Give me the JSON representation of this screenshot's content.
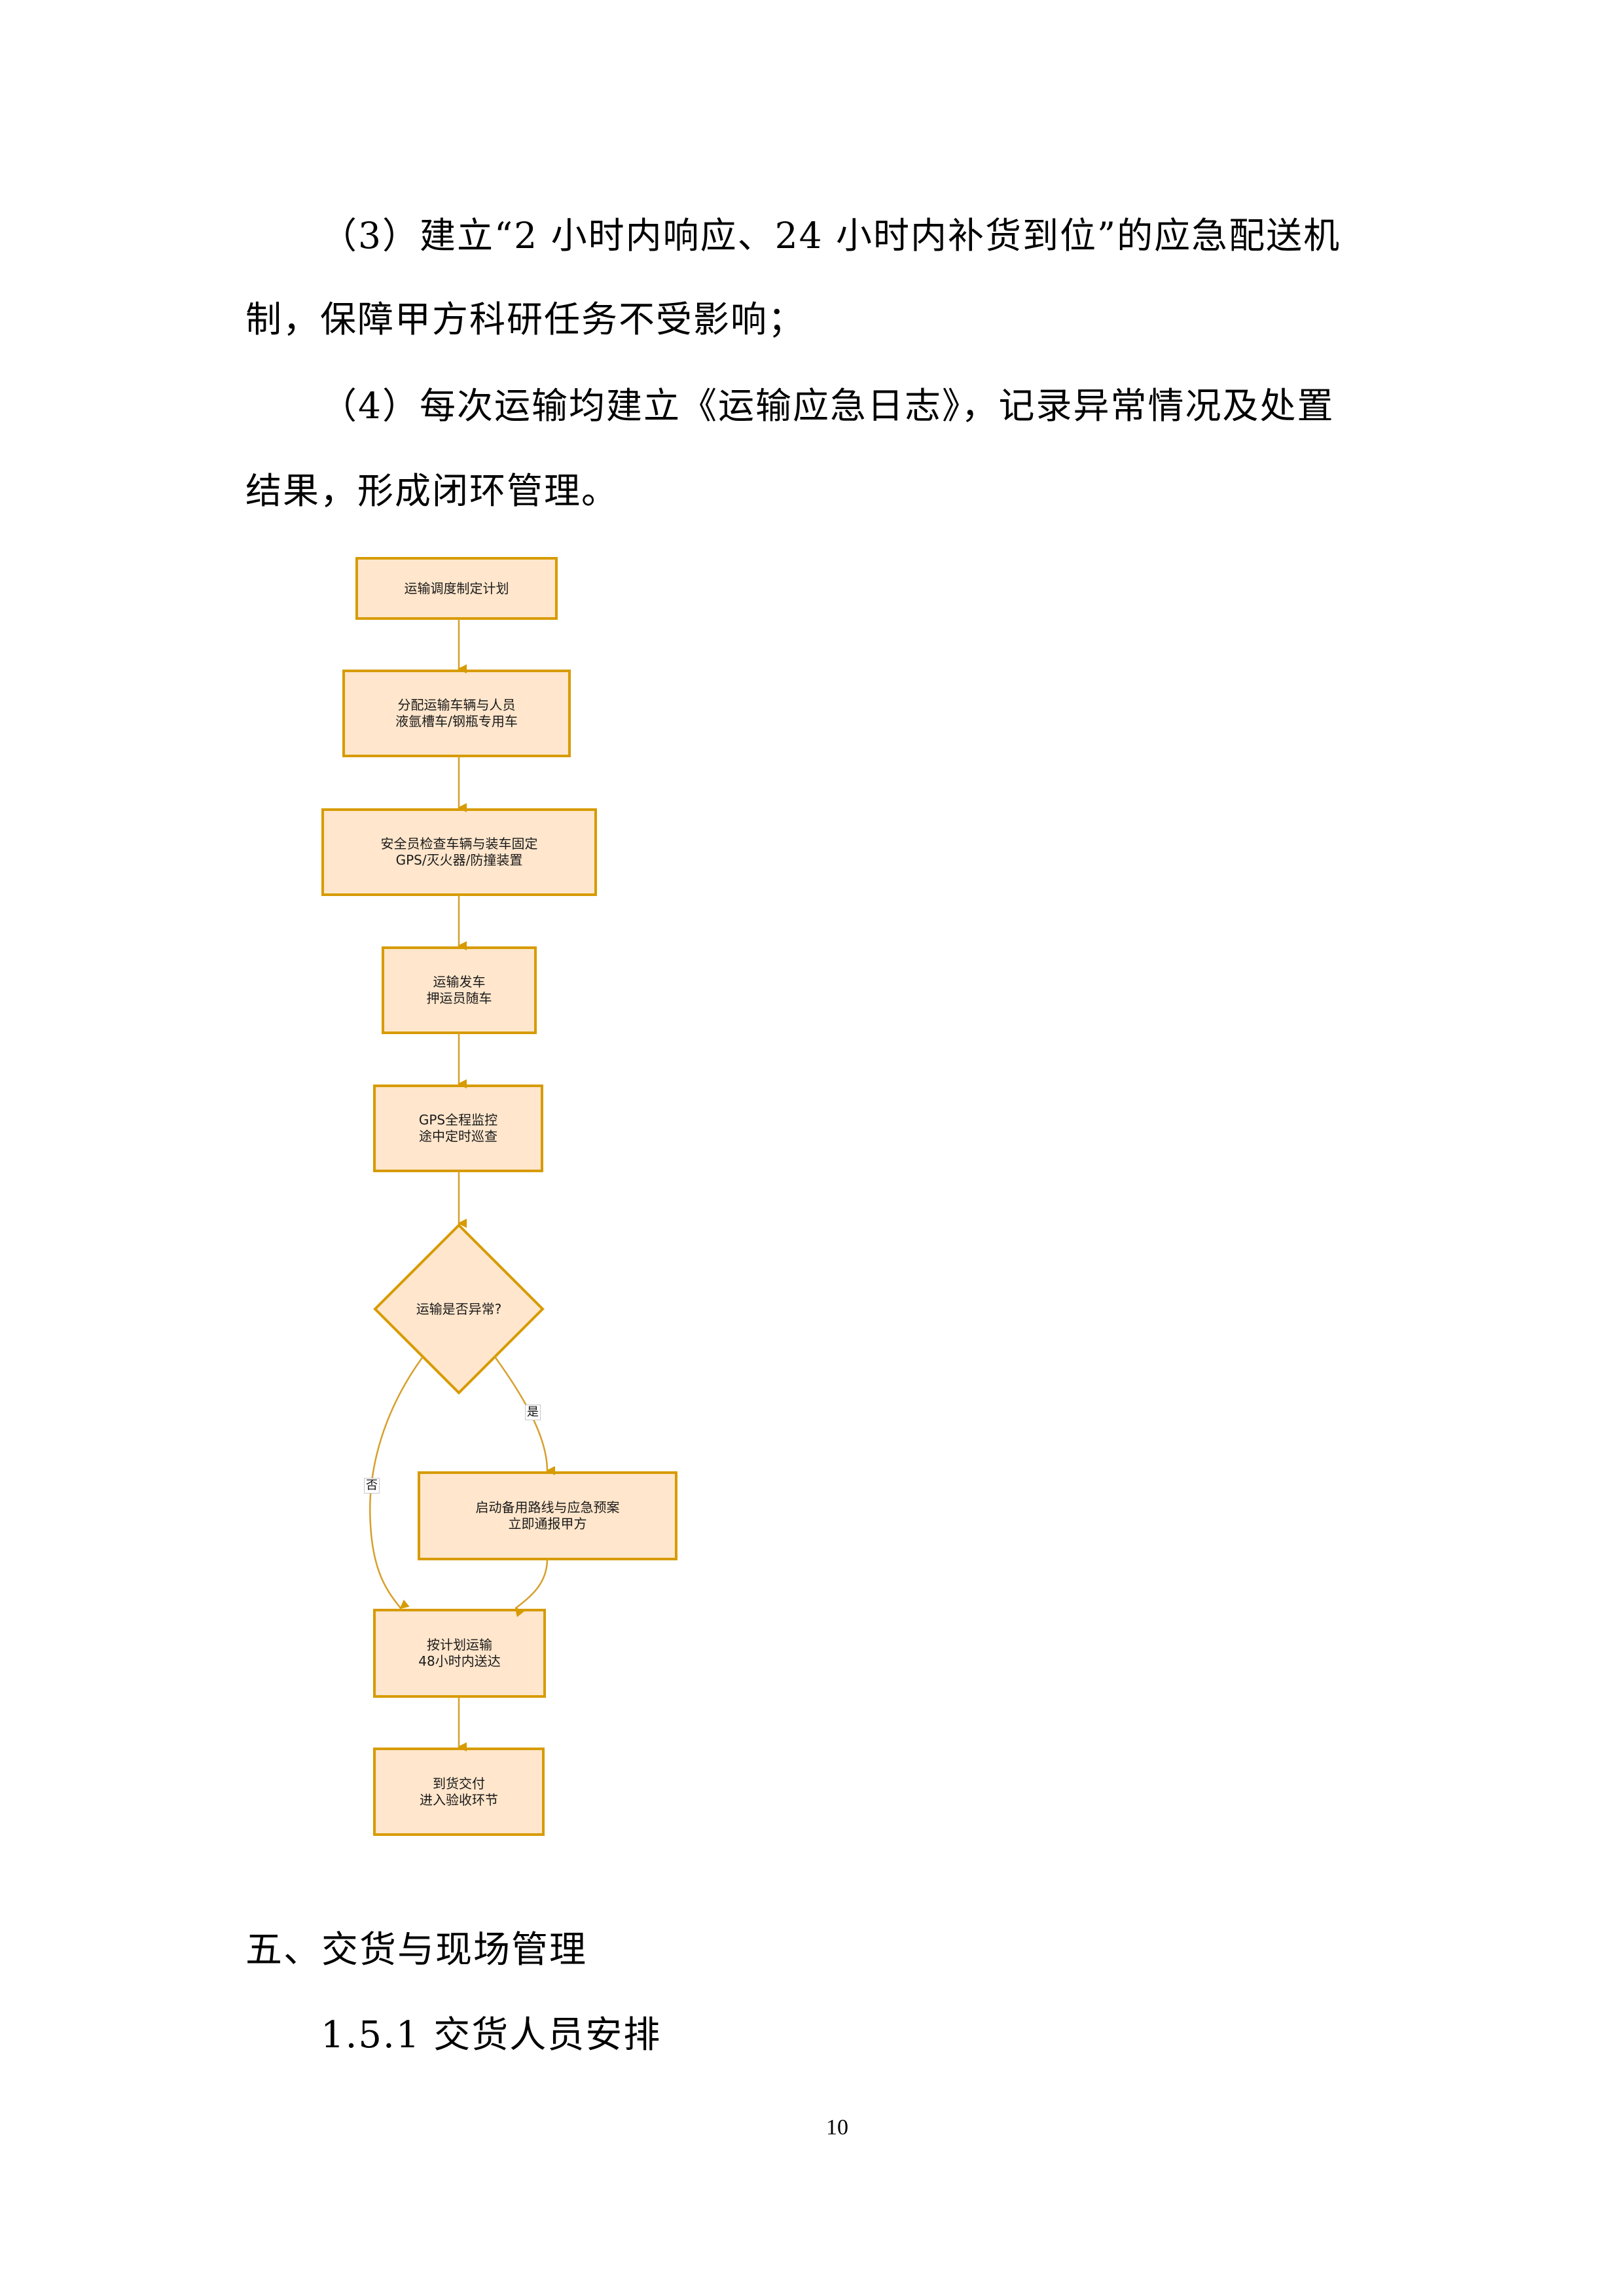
{
  "document": {
    "paragraphs": [
      {
        "line1": "（3）建立“2 小时内响应、24 小时内补货到位”的应急配送机",
        "line2": "制，保障甲方科研任务不受影响；"
      },
      {
        "line1": "（4）每次运输均建立《运输应急日志》，记录异常情况及处置",
        "line2": "结果，形成闭环管理。"
      }
    ],
    "section_heading": "五、交货与现场管理",
    "subsection_heading": "1.5.1 交货人员安排",
    "page_number": "10"
  },
  "flowchart": {
    "colors": {
      "fill": "#ffe6cc",
      "stroke": "#d79b00",
      "edge": "#d6a02c"
    },
    "nodes": [
      {
        "id": "plan",
        "text": "运输调度制定计划"
      },
      {
        "id": "assign",
        "text": "分配运输车辆与人员\n液氩槽车/钢瓶专用车"
      },
      {
        "id": "check",
        "text": "安全员检查车辆与装车固定\nGPS/灭火器/防撞装置"
      },
      {
        "id": "depart",
        "text": "运输发车\n押运员随车"
      },
      {
        "id": "monitor",
        "text": "GPS全程监控\n途中定时巡查"
      },
      {
        "id": "decision",
        "text": "运输是否异常?"
      },
      {
        "id": "emergency",
        "text": "启动备用路线与应急预案\n立即通报甲方"
      },
      {
        "id": "deliver",
        "text": "按计划运输\n48小时内送达"
      },
      {
        "id": "handover",
        "text": "到货交付\n进入验收环节"
      }
    ],
    "edge_labels": {
      "yes": "是",
      "no": "否"
    }
  }
}
